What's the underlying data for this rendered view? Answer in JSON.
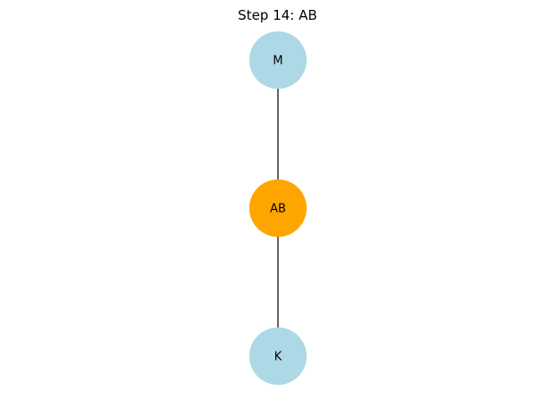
{
  "title": "Step 14: AB",
  "colors": {
    "default_node": "#add8e6",
    "highlight_node": "#ffa500",
    "edge": "#000000"
  },
  "graph": {
    "nodes": [
      {
        "id": "M",
        "label": "M",
        "highlighted": false
      },
      {
        "id": "AB",
        "label": "AB",
        "highlighted": true
      },
      {
        "id": "K",
        "label": "K",
        "highlighted": false
      }
    ],
    "edges": [
      {
        "from": "M",
        "to": "AB"
      },
      {
        "from": "AB",
        "to": "K"
      }
    ]
  }
}
